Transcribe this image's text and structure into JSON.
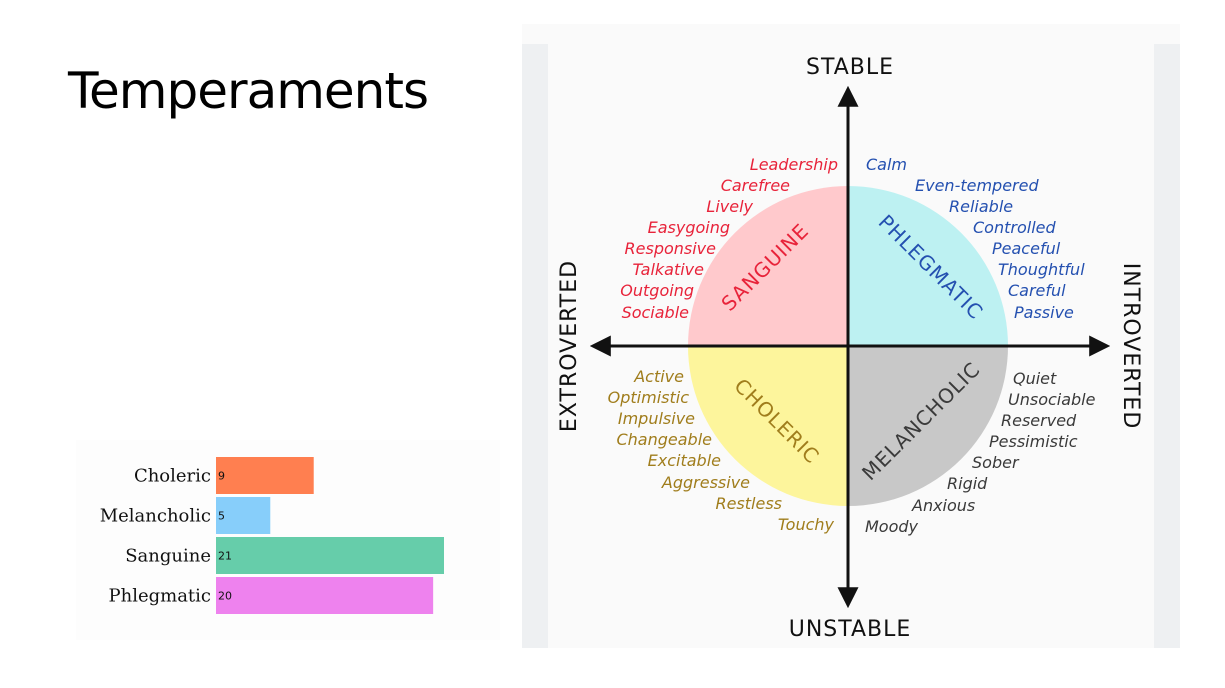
{
  "slide": {
    "title": "Temperaments"
  },
  "bar_chart": {
    "colors": [
      "#ff7f50",
      "#87cefa",
      "#66cdaa",
      "#ee82ee"
    ]
  },
  "chart_data": {
    "type": "bar",
    "orientation": "horizontal",
    "categories": [
      "Choleric",
      "Melancholic",
      "Sanguine",
      "Phlegmatic"
    ],
    "values": [
      9,
      5,
      21,
      20
    ],
    "title": "",
    "xlabel": "",
    "ylabel": "",
    "xlim": [
      0,
      21
    ],
    "grid": false,
    "legend": "none"
  },
  "diagram": {
    "axes": {
      "top": "STABLE",
      "bottom": "UNSTABLE",
      "left": "EXTROVERTED",
      "right": "INTROVERTED"
    },
    "quadrants": {
      "sanguine": {
        "label": "SANGUINE",
        "color": "#e8233a",
        "fill": "#ffc9cc",
        "traits": [
          "Leadership",
          "Carefree",
          "Lively",
          "Easygoing",
          "Responsive",
          "Talkative",
          "Outgoing",
          "Sociable"
        ]
      },
      "phlegmatic": {
        "label": "PHLEGMATIC",
        "color": "#2450b0",
        "fill": "#bdf1f2",
        "traits": [
          "Calm",
          "Even-tempered",
          "Reliable",
          "Controlled",
          "Peaceful",
          "Thoughtful",
          "Careful",
          "Passive"
        ]
      },
      "choleric": {
        "label": "CHOLERIC",
        "color": "#a07d1c",
        "fill": "#fdf59c",
        "traits": [
          "Active",
          "Optimistic",
          "Impulsive",
          "Changeable",
          "Excitable",
          "Aggressive",
          "Restless",
          "Touchy"
        ]
      },
      "melancholic": {
        "label": "MELANCHOLIC",
        "color": "#3a3a3a",
        "fill": "#c8c8c8",
        "traits": [
          "Quiet",
          "Unsociable",
          "Reserved",
          "Pessimistic",
          "Sober",
          "Rigid",
          "Anxious",
          "Moody"
        ]
      }
    }
  }
}
